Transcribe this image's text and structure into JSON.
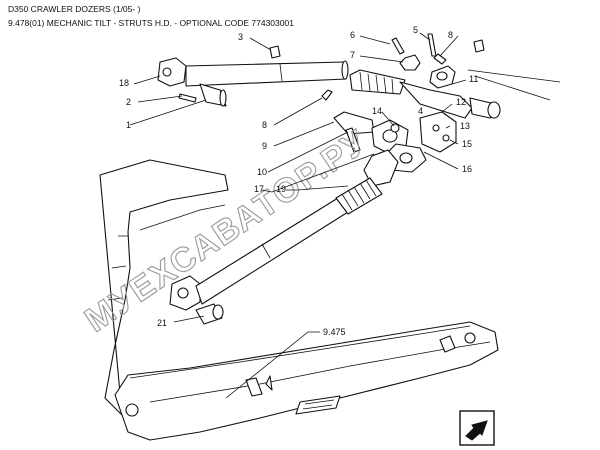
{
  "header": {
    "line1": "D350 CRAWLER DOZERS (1/05- )",
    "line2": "9.478(01) MECHANIC TILT - STRUTS H.D. - OPTIONAL CODE 774303001"
  },
  "callouts": {
    "c1": "1",
    "c2": "2",
    "c3": "3",
    "c4": "4",
    "c5": "5",
    "c6": "6",
    "c7": "7",
    "c8a": "8",
    "c8b": "8",
    "c9": "9",
    "c10": "10",
    "c11": "11",
    "c12": "12",
    "c13": "13",
    "c14": "14",
    "c15": "15",
    "c16": "16",
    "c17": "17",
    "c18": "18",
    "c19": "19",
    "c21": "21",
    "cref": "9.475"
  },
  "watermark": "МУЕХСАВАТОР.РУ",
  "nav": {
    "icon": "arrow-icon"
  }
}
